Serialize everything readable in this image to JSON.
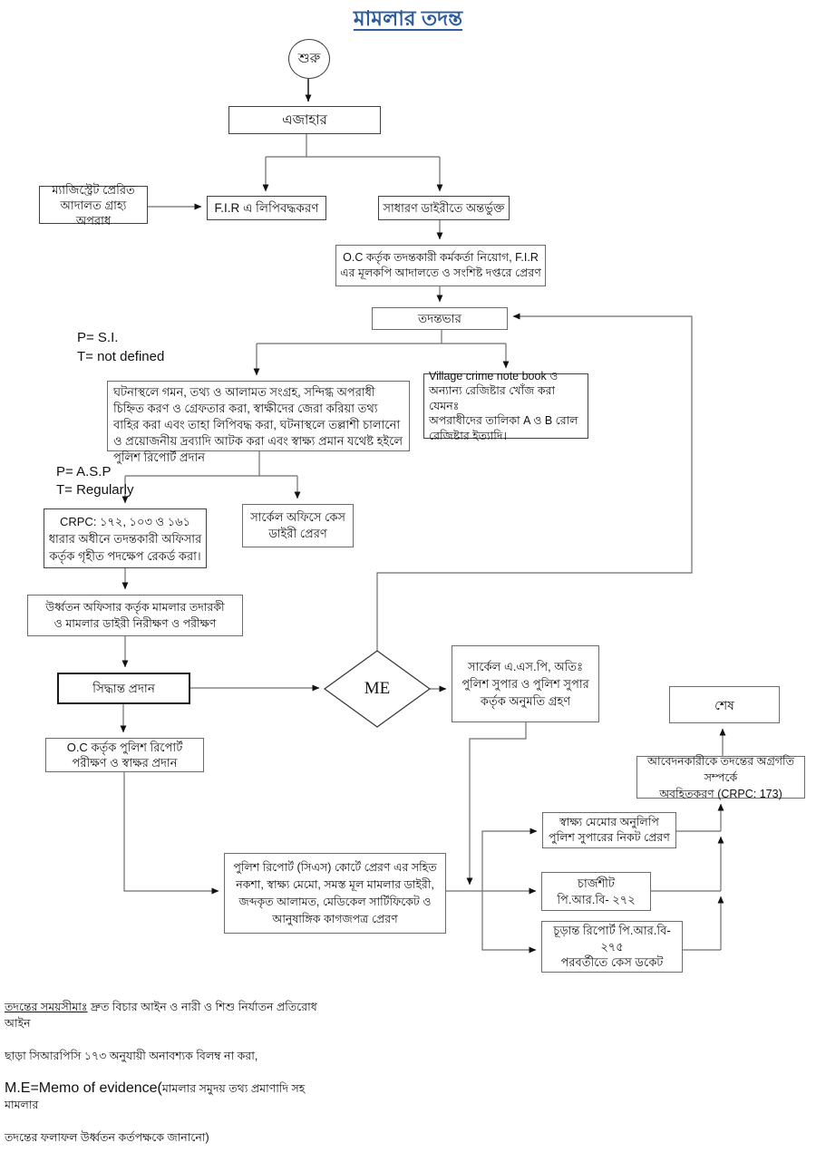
{
  "title": "মামলার তদন্ত",
  "nodes": {
    "start": {
      "label": "শুরু"
    },
    "ejahar": {
      "label": "এজাহার"
    },
    "magistrate": {
      "label": "ম্যাজিস্ট্রেট প্রেরিত\nআদালত গ্রাহ্য অপরাধ"
    },
    "fir": {
      "label": "F.I.R এ লিপিবদ্ধকরণ"
    },
    "gd": {
      "label": "সাধারণ ডাইরীতে অন্তর্ভুক্ত"
    },
    "oc_assign": {
      "label": "O.C কর্তৃক তদন্তকারী কর্মকর্তা নিয়োগ, F.I.R\nএর মূলকপি আদালতে ও সংশিষ্ট দপ্তরে প্রেরণ"
    },
    "charge": {
      "label": "তদন্তভার"
    },
    "scene": {
      "label": "ঘটনাস্থলে গমন, তথ্য ও আলামত সংগ্রহ, সন্দিগ্ধ অপরাধী চিহ্নিত করণ ও গ্রেফতার করা, স্বাক্ষীদের জেরা করিয়া তথ্য বাহির করা এবং তাহা লিপিবদ্ধ করা, ঘটনাস্থলে তল্লাশী চালানো ও প্রয়োজনীয় দ্রব্যাদি আটক করা এবং স্বাক্ষ্য প্রমান যথেষ্ট হইলে পুলিশ রিপোর্ট প্রদান"
    },
    "village": {
      "label": "Village crime note book ও\nঅন্যান্য রেজিষ্টার খোঁজ করা যেমনঃ\nঅপরাধীদের তালিকা A ও B রোল\nরেজিষ্টার ইত্যাদি।"
    },
    "crpc": {
      "label": "CRPC: ১৭২, ১০৩ ও ১৬১\nধারার অধীনে তদন্তকারী অফিসার\nকর্তৃক গৃহীত পদক্ষেপ রেকর্ড করা।"
    },
    "circle_office": {
      "label": "সার্কেল অফিসে কেস\nডাইরী প্রেরণ"
    },
    "senior": {
      "label": "উর্ধ্বতন অফিসার কর্তৃক মামলার তদারকী\nও মামলার ডাইরী নিরীক্ষণ ও পরীক্ষণ"
    },
    "decision": {
      "label": "সিদ্ধান্ত প্রদান"
    },
    "me": {
      "label": "ME"
    },
    "permission": {
      "label": "সার্কেল এ.এস.পি, অতিঃ\nপুলিশ সুপার ও পুলিশ সুপার\nকর্তৃক অনুমতি গ্রহণ"
    },
    "oc_report": {
      "label": "O.C কর্তৃক পুলিশ রিপোর্ট\nপরীক্ষণ ও স্বাক্ষর প্রদান"
    },
    "cs_court": {
      "label": "পুলিশ রিপোর্ট (সিএস) কোর্টে প্রেরণ এর সহিত\nনকশা, স্বাক্ষ্য মেমো, সমস্ত মূল মামলার ডাইরী,\nজব্দকৃত আলামত, মেডিকেল সার্টিফিকেট ও\nআনুষাঙ্গিক কাগজপত্র প্রেরণ"
    },
    "memo_copy": {
      "label": "স্বাক্ষ্য মেমোর অনুলিপি\nপুলিশ সুপারের নিকট প্রেরণ"
    },
    "chargesheet": {
      "label": "চার্জশীট\nপি.আর.বি- ২৭২"
    },
    "final_report": {
      "label": "চূড়ান্ত রিপোর্ট পি.আর.বি-\n২৭৫\nপরবর্তীতে কেস ডকেট"
    },
    "inform": {
      "label": "আবেদনকারীকে তদন্তের অগ্রগতি সম্পর্কে\nঅবহিতকরণ (CRPC: 173)"
    },
    "end": {
      "label": "শেষ"
    }
  },
  "annotations": {
    "psi": "P= S.I.\nT= not defined",
    "pasp": "P= A.S.P\nT= Regularly"
  },
  "footnote": {
    "line1_underlined": "তদন্তের সময়সীমাঃ",
    "line1_rest": " দ্রুত বিচার আইন ও নারী ও শিশু নির্যাতন প্রতিরোধ আইন",
    "line2": "ছাড়া সিআরপিসি ১৭৩ অনুযায়ী অনাবশ্যক বিলম্ব না করা,",
    "line3_latin": "M.E=Memo of evidence(",
    "line3_bn": "মামলার সমুদয় তথ্য প্রমাণাদি সহ মামলার",
    "line4": "তদন্তের ফলাফল উর্ধ্বতন কর্তপক্ষকে জানানো)"
  },
  "colors": {
    "title": "#2d5d9f",
    "connector_line": "#6e6e6e",
    "arrowhead": "#111111",
    "box_border": "#3f3f3f",
    "background": "#ffffff"
  }
}
